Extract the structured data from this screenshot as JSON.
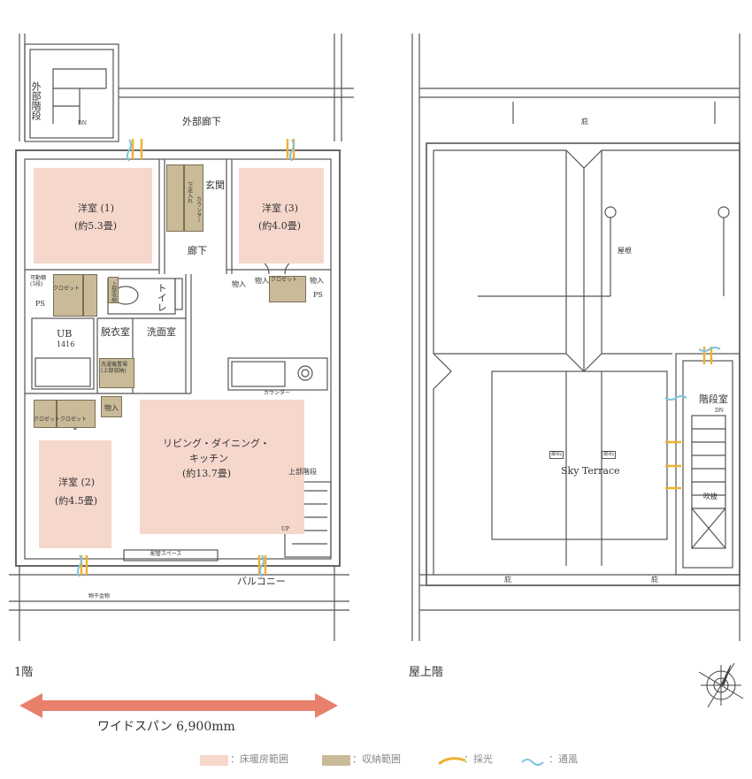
{
  "floor1": {
    "floor_label": "1階",
    "rooms": {
      "western1_name": "洋室 (1)",
      "western1_size": "(約5.3畳)",
      "western3_name": "洋室 (3)",
      "western3_size": "(約4.0畳)",
      "western2_name": "洋室 (2)",
      "western2_size": "(約4.5畳)",
      "ldk_name1": "リビング・ダイニング・",
      "ldk_name2": "キッチン",
      "ldk_size": "(約13.7畳)",
      "hall": "廊下",
      "entrance": "玄関",
      "toilet": "トイレ",
      "undress": "脱衣室",
      "washroom": "洗面室",
      "ub": "UB",
      "ub_size": "1416",
      "outer_corridor": "外部廊下",
      "outer_stairs": "外部階段",
      "upper_stairs": "上部階段",
      "balcony": "バルコニー"
    },
    "small_labels": {
      "closet_a": "クロゼット",
      "closet_b": "クロゼット",
      "closet_c": "クロゼット",
      "closet_d": "クロゼット",
      "storage_a": "物入",
      "storage_b": "物入",
      "storage_c": "物入",
      "storage_d": "物入",
      "movable_shelf": "可動棚(5段)",
      "ps_left": "PS",
      "ps_right": "PS",
      "dn": "DN",
      "up": "UP",
      "counter": "カウンター",
      "piping": "配管スペース",
      "laundry": "物干金物",
      "shoe_box": "下足入れ",
      "shoe_counter": "カウンター",
      "washer": "洗濯機置場(上部収納)",
      "upper_storage": "上部収納"
    },
    "wide_span": "ワイドスパン 6,900mm"
  },
  "roof": {
    "floor_label": "屋上階",
    "eaves_top": "庇",
    "eaves_bottom_left": "庇",
    "eaves_bottom_right": "庇",
    "roof": "屋根",
    "terrace": "Sky Terrace",
    "stair_room": "階段室",
    "void": "吹抜",
    "dn": "DN",
    "stone1": "部石",
    "stone2": "部石"
  },
  "legend": [
    {
      "label": "：床暖房範囲",
      "color": "#f6d7cc"
    },
    {
      "label": "：収納範囲",
      "color": "#c9bb98"
    },
    {
      "label": "：採光",
      "color": "#f0b030"
    },
    {
      "label": "：通風",
      "color": "#7fc4dd"
    }
  ],
  "colors": {
    "floor_heating": "#f6d7cc",
    "storage": "#c9bb98",
    "arrow": "#e8806b",
    "light": "#f0b030",
    "wind": "#7fc4dd"
  }
}
